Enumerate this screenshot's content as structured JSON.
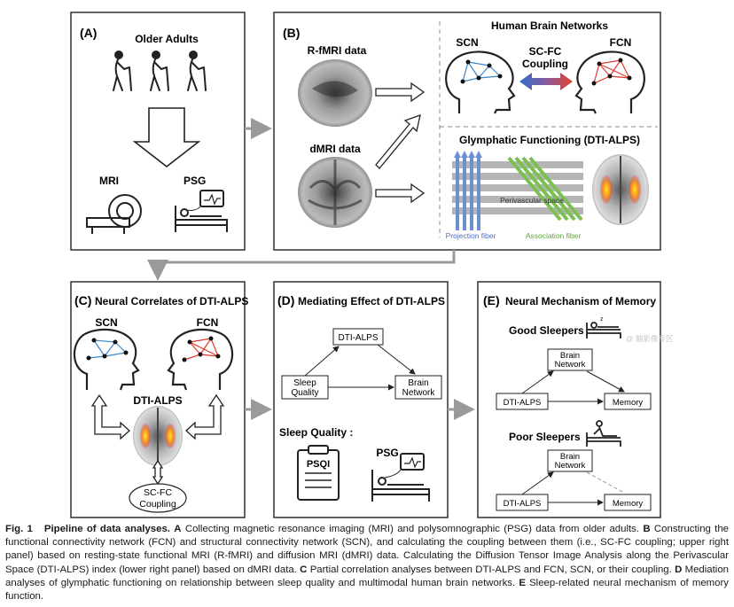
{
  "panel_a": {
    "label": "(A)",
    "title": "Older Adults",
    "mri": "MRI",
    "psg": "PSG"
  },
  "panel_b": {
    "label": "(B)",
    "rfmri": "R-fMRI data",
    "dmri": "dMRI data",
    "hbn_title": "Human Brain Networks",
    "scn": "SCN",
    "fcn": "FCN",
    "coupling_line1": "SC-FC",
    "coupling_line2": "Coupling",
    "glym_title": "Glymphatic Functioning (DTI-ALPS)",
    "perivascular": "Perivascular space",
    "projection": "Projection fiber",
    "association": "Association fiber"
  },
  "panel_c": {
    "label": "(C)",
    "title": "Neural Correlates of DTI-ALPS",
    "scn": "SCN",
    "fcn": "FCN",
    "dtialps": "DTI-ALPS",
    "coupling_line1": "SC-FC",
    "coupling_line2": "Coupling"
  },
  "panel_d": {
    "label": "(D)",
    "title": "Mediating Effect of DTI-ALPS",
    "node_alps": "DTI-ALPS",
    "node_sleep_line1": "Sleep",
    "node_sleep_line2": "Quality",
    "node_brain_line1": "Brain",
    "node_brain_line2": "Network",
    "sleep_quality_title": "Sleep Quality :",
    "psqi": "PSQI",
    "psg": "PSG"
  },
  "panel_e": {
    "label": "(E)",
    "title": "Neural Mechanism of Memory",
    "good": "Good Sleepers",
    "poor": "Poor Sleepers",
    "brain_line1": "Brain",
    "brain_line2": "Network",
    "alps": "DTI-ALPS",
    "memory": "Memory",
    "watermark": "@ 脑影像专区"
  },
  "caption": {
    "fig": "Fig. 1",
    "heading": "Pipeline of data analyses.",
    "a_letter": "A",
    "a_text": "Collecting magnetic resonance imaging (MRI) and polysomnographic (PSG) data from older adults.",
    "b_letter": "B",
    "b_text": "Constructing the functional connectivity network (FCN) and structural connectivity network (SCN), and calculating the coupling between them (i.e., SC-FC coupling; upper right panel) based on resting-state functional MRI (R-fMRI) and diffusion MRI (dMRI) data. Calculating the Diffusion Tensor Image Analysis along the Perivascular Space (DTI-ALPS) index (lower right panel) based on dMRI data.",
    "c_letter": "C",
    "c_text": "Partial correlation analyses between DTI-ALPS and FCN, SCN, or their coupling.",
    "d_letter": "D",
    "d_text": "Mediation analyses of glymphatic functioning on relationship between sleep quality and multimodal human brain networks.",
    "e_letter": "E",
    "e_text": "Sleep-related neural mechanism of memory function."
  },
  "colors": {
    "scn_edge": "#3a86c8",
    "fcn_edge": "#e03a2f",
    "coupling_left": "#2f6fc9",
    "coupling_right": "#e0432c",
    "projection": "#6d8fd1",
    "association": "#7cbf52",
    "connector": "#9a9a9a"
  }
}
